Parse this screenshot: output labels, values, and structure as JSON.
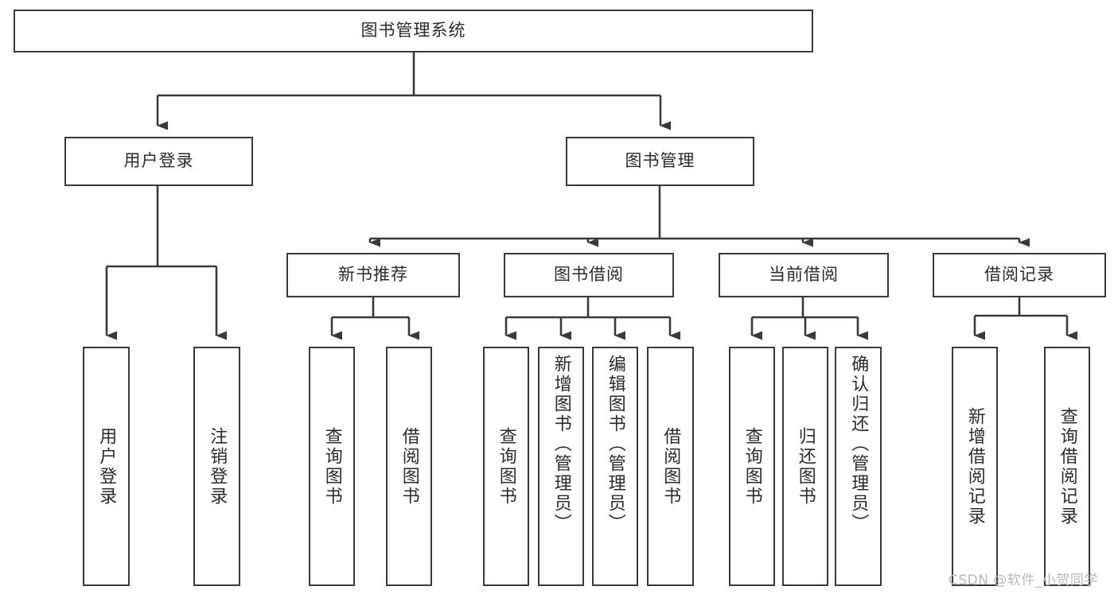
{
  "diagram": {
    "title": "图书管理系统",
    "type": "function-structure-tree",
    "root": {
      "label": "图书管理系统",
      "orientation": "horizontal"
    },
    "level2": [
      {
        "id": "user-login",
        "label": "用户登录",
        "orientation": "horizontal"
      },
      {
        "id": "book-management",
        "label": "图书管理",
        "orientation": "horizontal"
      }
    ],
    "level3": [
      {
        "id": "new-book-recommend",
        "label": "新书推荐",
        "orientation": "horizontal",
        "parent": "book-management"
      },
      {
        "id": "book-borrow",
        "label": "图书借阅",
        "orientation": "horizontal",
        "parent": "book-management"
      },
      {
        "id": "current-borrow",
        "label": "当前借阅",
        "orientation": "horizontal",
        "parent": "book-management"
      },
      {
        "id": "borrow-record",
        "label": "借阅记录",
        "orientation": "horizontal",
        "parent": "book-management"
      }
    ],
    "leaves": [
      {
        "id": "leaf-user-login",
        "label": "用户登录",
        "parent": "user-login",
        "orientation": "vertical"
      },
      {
        "id": "leaf-user-logout",
        "label": "注销登录",
        "parent": "user-login",
        "orientation": "vertical"
      },
      {
        "id": "leaf-query-book-1",
        "label": "查询图书",
        "parent": "new-book-recommend",
        "orientation": "vertical"
      },
      {
        "id": "leaf-borrow-book-1",
        "label": "借阅图书",
        "parent": "new-book-recommend",
        "orientation": "vertical"
      },
      {
        "id": "leaf-query-book-2",
        "label": "查询图书",
        "parent": "book-borrow",
        "orientation": "vertical"
      },
      {
        "id": "leaf-add-book",
        "label": "新增图书（管理员）",
        "parent": "book-borrow",
        "orientation": "vertical"
      },
      {
        "id": "leaf-edit-book",
        "label": "编辑图书（管理员）",
        "parent": "book-borrow",
        "orientation": "vertical"
      },
      {
        "id": "leaf-borrow-book-2",
        "label": "借阅图书",
        "parent": "book-borrow",
        "orientation": "vertical"
      },
      {
        "id": "leaf-query-book-3",
        "label": "查询图书",
        "parent": "current-borrow",
        "orientation": "vertical"
      },
      {
        "id": "leaf-return-book",
        "label": "归还图书",
        "parent": "current-borrow",
        "orientation": "vertical"
      },
      {
        "id": "leaf-confirm-return",
        "label": "确认归还（管理员）",
        "parent": "current-borrow",
        "orientation": "vertical"
      },
      {
        "id": "leaf-add-record",
        "label": "新增借阅记录",
        "parent": "borrow-record",
        "orientation": "vertical"
      },
      {
        "id": "leaf-query-record",
        "label": "查询借阅记录",
        "parent": "borrow-record",
        "orientation": "vertical"
      }
    ],
    "colors": {
      "box_border": "#3a3a3a",
      "box_fill": "#ffffff",
      "text": "#2b2b2b",
      "edge": "#3a3a3a",
      "background": "#ffffff",
      "watermark": "#b9b9b9"
    }
  },
  "watermark": {
    "text": "CSDN @软件_小贺同学"
  }
}
